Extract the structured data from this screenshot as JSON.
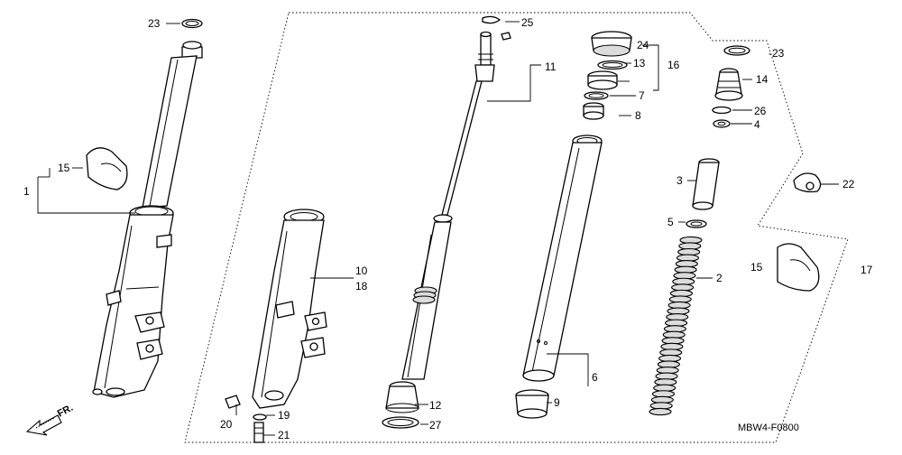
{
  "callouts": [
    {
      "id": "c23a",
      "text": "23"
    },
    {
      "id": "c15a",
      "text": "15"
    },
    {
      "id": "c1",
      "text": "1"
    },
    {
      "id": "c10",
      "text": "10"
    },
    {
      "id": "c18",
      "text": "18"
    },
    {
      "id": "c20",
      "text": "20"
    },
    {
      "id": "c19",
      "text": "19"
    },
    {
      "id": "c21",
      "text": "21"
    },
    {
      "id": "c25",
      "text": "25"
    },
    {
      "id": "c11",
      "text": "11"
    },
    {
      "id": "c12",
      "text": "12"
    },
    {
      "id": "c27",
      "text": "27"
    },
    {
      "id": "c24",
      "text": "24"
    },
    {
      "id": "c13",
      "text": "13"
    },
    {
      "id": "c16",
      "text": "16"
    },
    {
      "id": "c7",
      "text": "7"
    },
    {
      "id": "c8",
      "text": "8"
    },
    {
      "id": "c6",
      "text": "6"
    },
    {
      "id": "c9",
      "text": "9"
    },
    {
      "id": "c23b",
      "text": "-23"
    },
    {
      "id": "c14",
      "text": "14"
    },
    {
      "id": "c26",
      "text": "26"
    },
    {
      "id": "c4",
      "text": "4"
    },
    {
      "id": "c22",
      "text": "22"
    },
    {
      "id": "c3",
      "text": "3"
    },
    {
      "id": "c5",
      "text": "5"
    },
    {
      "id": "c2",
      "text": "2"
    },
    {
      "id": "c15b",
      "text": "15"
    },
    {
      "id": "c17",
      "text": "17"
    }
  ],
  "direction_label": "FR.",
  "diagram_code": "MBW4-F0800"
}
